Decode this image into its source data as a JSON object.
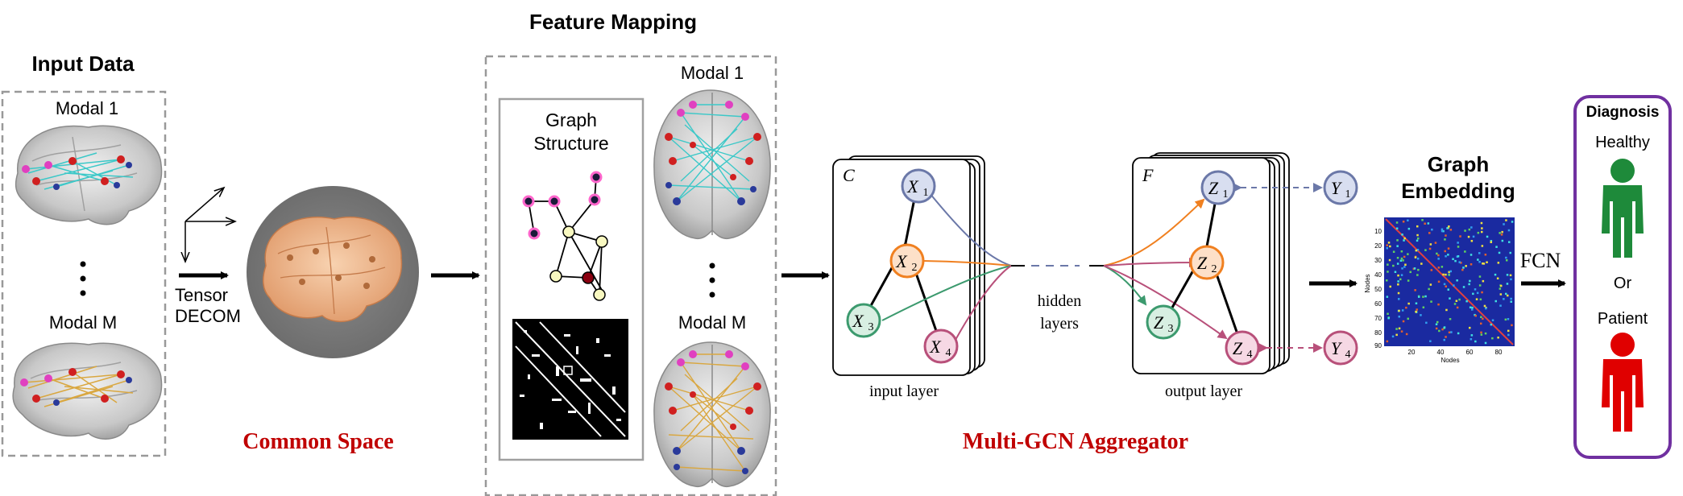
{
  "input_data": {
    "title": "Input Data",
    "modal_top": "Modal 1",
    "modal_bottom": "Modal M"
  },
  "tensor": {
    "line1": "Tensor",
    "line2": "DECOM"
  },
  "common_space": {
    "label": "Common Space"
  },
  "feature_mapping": {
    "title": "Feature Mapping",
    "graph_structure_line1": "Graph",
    "graph_structure_line2": "Structure",
    "modal_top": "Modal 1",
    "modal_bottom": "Modal M"
  },
  "gcn": {
    "label": "Multi-GCN Aggregator",
    "input_stack_letter": "C",
    "output_stack_letter": "F",
    "input_layer": "input layer",
    "output_layer": "output layer",
    "hidden_line1": "hidden",
    "hidden_line2": "layers",
    "x_nodes": [
      {
        "base": "X",
        "sub": "1"
      },
      {
        "base": "X",
        "sub": "2"
      },
      {
        "base": "X",
        "sub": "3"
      },
      {
        "base": "X",
        "sub": "4"
      }
    ],
    "z_nodes": [
      {
        "base": "Z",
        "sub": "1"
      },
      {
        "base": "Z",
        "sub": "2"
      },
      {
        "base": "Z",
        "sub": "3"
      },
      {
        "base": "Z",
        "sub": "4"
      }
    ],
    "y_nodes": [
      {
        "base": "Y",
        "sub": "1"
      },
      {
        "base": "Y",
        "sub": "4"
      }
    ]
  },
  "embedding": {
    "title_line1": "Graph",
    "title_line2": "Embedding",
    "y_axis_label": "Nodes",
    "x_axis_label": "Nodes",
    "x_ticks": [
      "20",
      "40",
      "60",
      "80"
    ],
    "y_ticks": [
      "10",
      "20",
      "30",
      "40",
      "50",
      "60",
      "70",
      "80",
      "90"
    ]
  },
  "fcn": {
    "label": "FCN"
  },
  "diagnosis": {
    "title": "Diagnosis",
    "healthy": "Healthy",
    "or": "Or",
    "patient": "Patient"
  },
  "colors": {
    "red_label": "#c00000",
    "purple": "#7030a0",
    "green_person": "#1e8a3a",
    "red_person": "#e00000",
    "teal_edges": "#3cc8c8",
    "gold_edges": "#d9a740",
    "x1_node": "#6b78a8",
    "x2_node": "#f08020",
    "x3_node": "#3c9a6e",
    "x4_node": "#b8507a",
    "heatmap_bg": "#1a2aa0"
  }
}
